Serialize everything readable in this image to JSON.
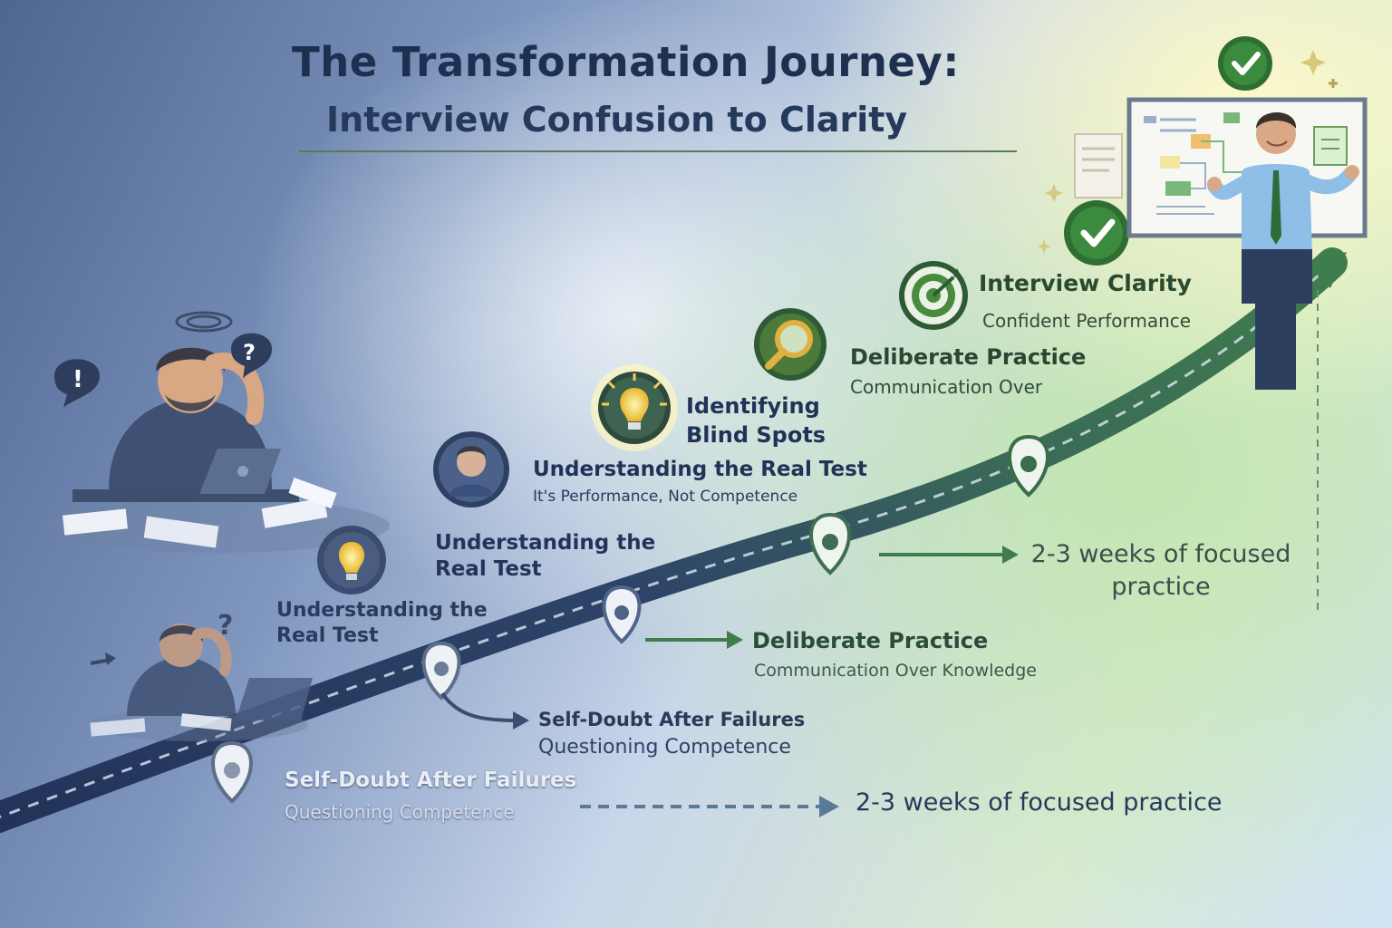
{
  "title": {
    "line1": "The Transformation Journey:",
    "line2": "Interview Confusion to Clarity"
  },
  "colors": {
    "navy": "#1d3050",
    "green": "#3e7a2e",
    "muted_blue": "#3a4e6e",
    "path_dark": "#2b3c5c",
    "path_green": "#3f7d4c"
  },
  "stages": [
    {
      "label": "Self-Doubt After Failures",
      "sub": "Questioning Competence"
    },
    {
      "label": "Self-Doubt After Failures",
      "sub": "Questioning Competence"
    },
    {
      "label": "Understanding the Real Test"
    },
    {
      "label": "Understanding the Real Test"
    },
    {
      "label": "Understanding the Real Test",
      "sub": "It's Performance, Not Competence"
    },
    {
      "label": "Identifying Blind Spots"
    },
    {
      "label": "Deliberate Practice",
      "sub": "Communication Over Knowledge"
    },
    {
      "label": "Deliberate Practice",
      "sub": "Communication Over"
    },
    {
      "label": "Interview Clarity",
      "sub": "Confident Performance"
    }
  ],
  "duration_labels": [
    "2-3 weeks of focused practice",
    "2-3 weeks of focused practice"
  ],
  "icons": [
    "confused-man-illustration",
    "small-confused-man-illustration",
    "lightbulb-icon",
    "person-avatar-icon",
    "glowing-lightbulb-icon",
    "magnifier-icon",
    "target-icon",
    "checkmark-icon",
    "presenter-illustration"
  ]
}
